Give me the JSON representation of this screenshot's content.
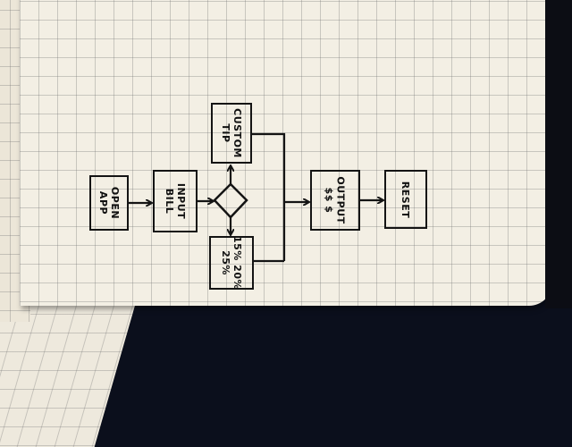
{
  "diagram": {
    "nodes": {
      "open_app": "OPEN\nAPP",
      "input_bill": "INPUT\nBILL",
      "custom_tip": "CUSTOM\nTIP",
      "preset_tips": "15% 20%\n25%",
      "output": "OUTPUT\n$$ $",
      "reset": "RESET"
    },
    "edges": [
      {
        "from": "open_app",
        "to": "input_bill"
      },
      {
        "from": "input_bill",
        "to": "decision"
      },
      {
        "from": "decision",
        "to": "custom_tip"
      },
      {
        "from": "decision",
        "to": "preset_tips"
      },
      {
        "from": "custom_tip",
        "to": "output"
      },
      {
        "from": "preset_tips",
        "to": "output"
      },
      {
        "from": "output",
        "to": "reset"
      }
    ]
  }
}
